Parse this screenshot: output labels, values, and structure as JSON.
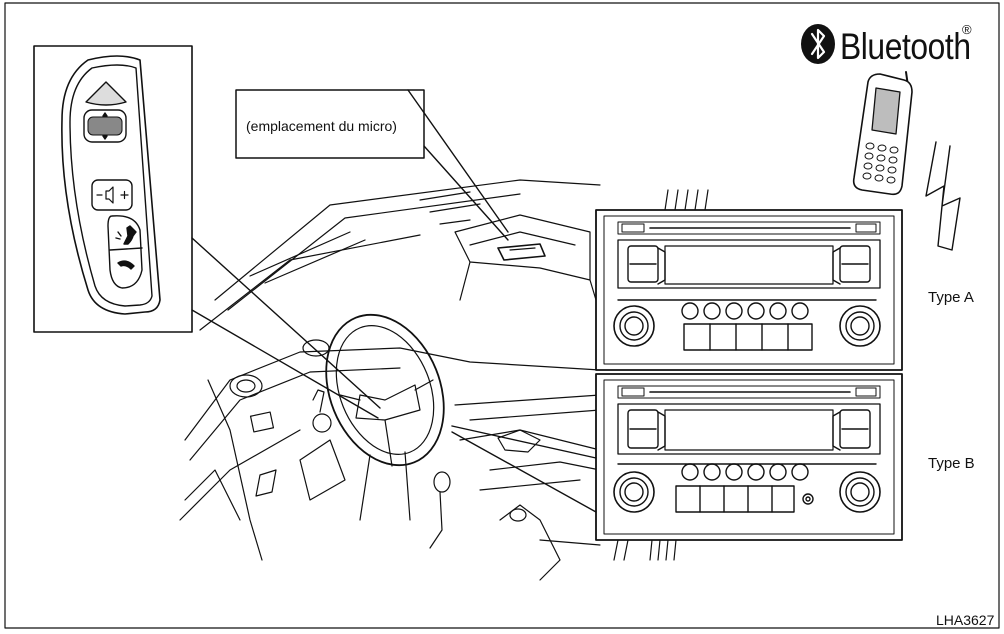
{
  "figure": {
    "callout_label": "(emplacement du micro)",
    "brand_word": "Bluetooth",
    "brand_mark": "®",
    "type_a_label": "Type A",
    "type_b_label": "Type B",
    "figure_code": "LHA3627",
    "colors": {
      "line": "#111111",
      "background": "#ffffff",
      "shade": "#bdbdbd"
    },
    "icons": [
      "bluetooth-icon",
      "mobile-phone-icon",
      "volume-icon",
      "phone-call-icon",
      "phone-hangup-icon",
      "lightning-signal-icon"
    ]
  }
}
